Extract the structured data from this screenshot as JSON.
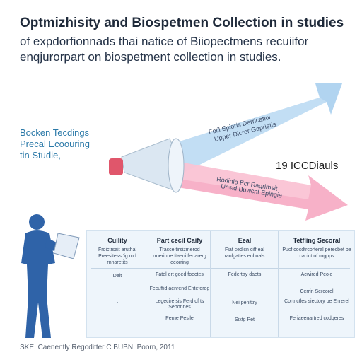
{
  "title": "Optmizhisity and Biospetmen Collection in studies",
  "subtitle_lines": [
    "of expdorfionnads thai natice of Biiopectmens recuiifor",
    "enqjurorpart on biospetment collection in studies."
  ],
  "side_note_lines": [
    "Bocken Tecdings",
    "Precal Ecoouring",
    "tin Studie,"
  ],
  "arrows": {
    "blue": {
      "line1": "Foiil Epieris Derricatiol",
      "line2": "Upper Dicrer Gaprietis",
      "color": "#a9cfee"
    },
    "pink": {
      "line1": "Rodinlo Ecr Ragrimsit",
      "line2": "Unsid Buwcnt Epingie",
      "color": "#f6a9c2"
    }
  },
  "count_label": "19 ICCDiauls",
  "table": {
    "columns": [
      {
        "header": "Cuility",
        "sub": "Froictrsait aruthal Preesitess ‘ig rod rnnaretits",
        "cells": [
          "Deit",
          "-"
        ]
      },
      {
        "header": "Part cecil Caify",
        "sub": "Tracce tirsizmerod rroerione ftaeni fer arerg eeorring",
        "cells": [
          "Fatel ert goed foectes",
          "Fecuffid aenrend Enteforeg",
          "Legecire sis Ferd of ts Seponnes",
          "Perne Pesile"
        ]
      },
      {
        "header": "Eeal",
        "sub": "Fiat cedicn ciff eal ranlgaties enboals",
        "cells": [
          "Federtay daets",
          "Nei penittry",
          "Sixtg Pet"
        ]
      },
      {
        "header": "Tetfling Secoral",
        "sub": "Pucf cocdtrcorteral perecbet be cacict of rogpps",
        "cells": [
          "Acwired Peole",
          "Cerrin Sercorel",
          "Cortrictles siectory be Enrerel",
          "Feriaeenartred codqeres"
        ]
      }
    ]
  },
  "footer": "SKE, Caenently Regoditter C BUBN, Poorn, 2011",
  "colors": {
    "figure": "#2f63a8",
    "title": "#1f2a3a",
    "accent_text": "#2b79a8"
  },
  "icons": [
    "person-reading-figure",
    "cone-icon"
  ]
}
